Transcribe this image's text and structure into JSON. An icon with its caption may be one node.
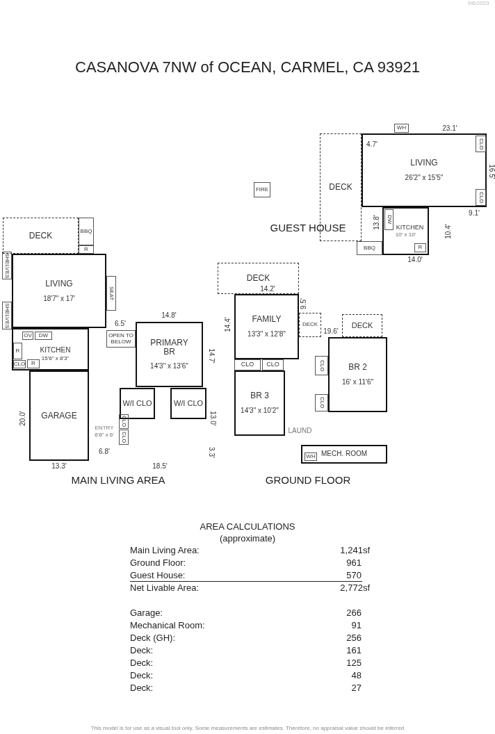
{
  "diagram": {
    "title": "CASANOVA 7NW of OCEAN, CARMEL, CA 93921",
    "nodes": [
      {
        "text": [
          "DECK"
        ]
      },
      {
        "text": [
          "BBQ"
        ]
      },
      {
        "text": [
          "R"
        ]
      },
      {
        "text": [
          "LIVING",
          "18'7\" x 17'"
        ]
      },
      {
        "text": [
          "SHELVES"
        ]
      },
      {
        "text": [
          "SHELVES"
        ]
      },
      {
        "text": [
          "SEAT"
        ]
      },
      {
        "text": [
          "KITCHEN",
          "15'6\" x 8'3\""
        ]
      },
      {
        "text": [
          "OV"
        ],
        "in": 7
      },
      {
        "text": [
          "DW"
        ],
        "in": 7
      },
      {
        "text": [
          "R"
        ],
        "in": 7
      },
      {
        "text": [
          "CLO"
        ],
        "in": 7
      },
      {
        "text": [
          "R"
        ],
        "in": 7
      },
      {
        "text": [
          "OPEN TO BELOW"
        ]
      },
      {
        "text": [
          "PRIMARY BR",
          "14'3\" x 13'6\""
        ]
      },
      {
        "text": [
          "W/I CLO"
        ]
      },
      {
        "text": [
          "W/I CLO"
        ]
      },
      {
        "text": [
          "GARAGE"
        ]
      },
      {
        "text": [
          "ENTRY",
          "6'8\" x 6'"
        ]
      },
      {
        "text": [
          "CLO"
        ]
      },
      {
        "text": [
          "CLO"
        ]
      },
      {
        "text": [
          "DECK"
        ]
      },
      {
        "text": [
          "FAMILY",
          "13'3\" x 12'8\""
        ]
      },
      {
        "text": [
          "DECK"
        ]
      },
      {
        "text": [
          "DECK"
        ]
      },
      {
        "text": [
          "CLO"
        ]
      },
      {
        "text": [
          "CLO"
        ]
      },
      {
        "text": [
          "BR 3",
          "14'3\" x 10'2\""
        ]
      },
      {
        "text": [
          "CLO"
        ]
      },
      {
        "text": [
          "CLO"
        ]
      },
      {
        "text": [
          "BR 2",
          "16' x 11'6\""
        ]
      },
      {
        "text": [
          "LAUND"
        ]
      },
      {
        "text": [
          "MECH. ROOM"
        ]
      },
      {
        "text": [
          "WH"
        ],
        "in": 32
      },
      {
        "text": [
          "WH"
        ]
      },
      {
        "text": [
          "DECK"
        ]
      },
      {
        "text": [
          "LIVING",
          "26'2\" x 15'5\""
        ]
      },
      {
        "text": [
          "CLO"
        ],
        "in": 36
      },
      {
        "text": [
          "CLO"
        ],
        "in": 36
      },
      {
        "text": [
          "KITCHEN",
          "10' x 10'"
        ]
      },
      {
        "text": [
          "DW"
        ],
        "in": 39
      },
      {
        "text": [
          "R"
        ],
        "in": 39
      },
      {
        "text": [
          "BBQ"
        ]
      },
      {
        "text": [
          "FIRE"
        ]
      }
    ],
    "labels": [
      "9/6/2023",
      "GUEST HOUSE",
      "23.1'",
      "4.7'",
      "16.5'",
      "9.1'",
      "13.8'",
      "10.4'",
      "14.0'",
      "14.8'",
      "6.5'",
      "14.7'",
      "20.0'",
      "13.0'",
      "6.8'",
      "3.3'",
      "13.3'",
      "18.5'",
      "14.2'",
      "9.5'",
      "14.4'",
      "19.6'",
      "MAIN LIVING AREA",
      "GROUND FLOOR",
      "AREA CALCULATIONS",
      "(approximate)",
      "Main Living Area:",
      "1,241sf",
      "Ground Floor:",
      "961",
      "Guest House:",
      "570",
      "Net Livable Area:",
      "2,772sf",
      "Garage:",
      "266",
      "Mechanical Room:",
      "91",
      "Deck (GH):",
      "256",
      "Deck:",
      "161",
      "Deck:",
      "125",
      "Deck:",
      "48",
      "Deck:",
      "27",
      "This model is for use as a visual tool only. Some measurements are estimates. Therefore, no appraisal value should be inferred"
    ]
  }
}
